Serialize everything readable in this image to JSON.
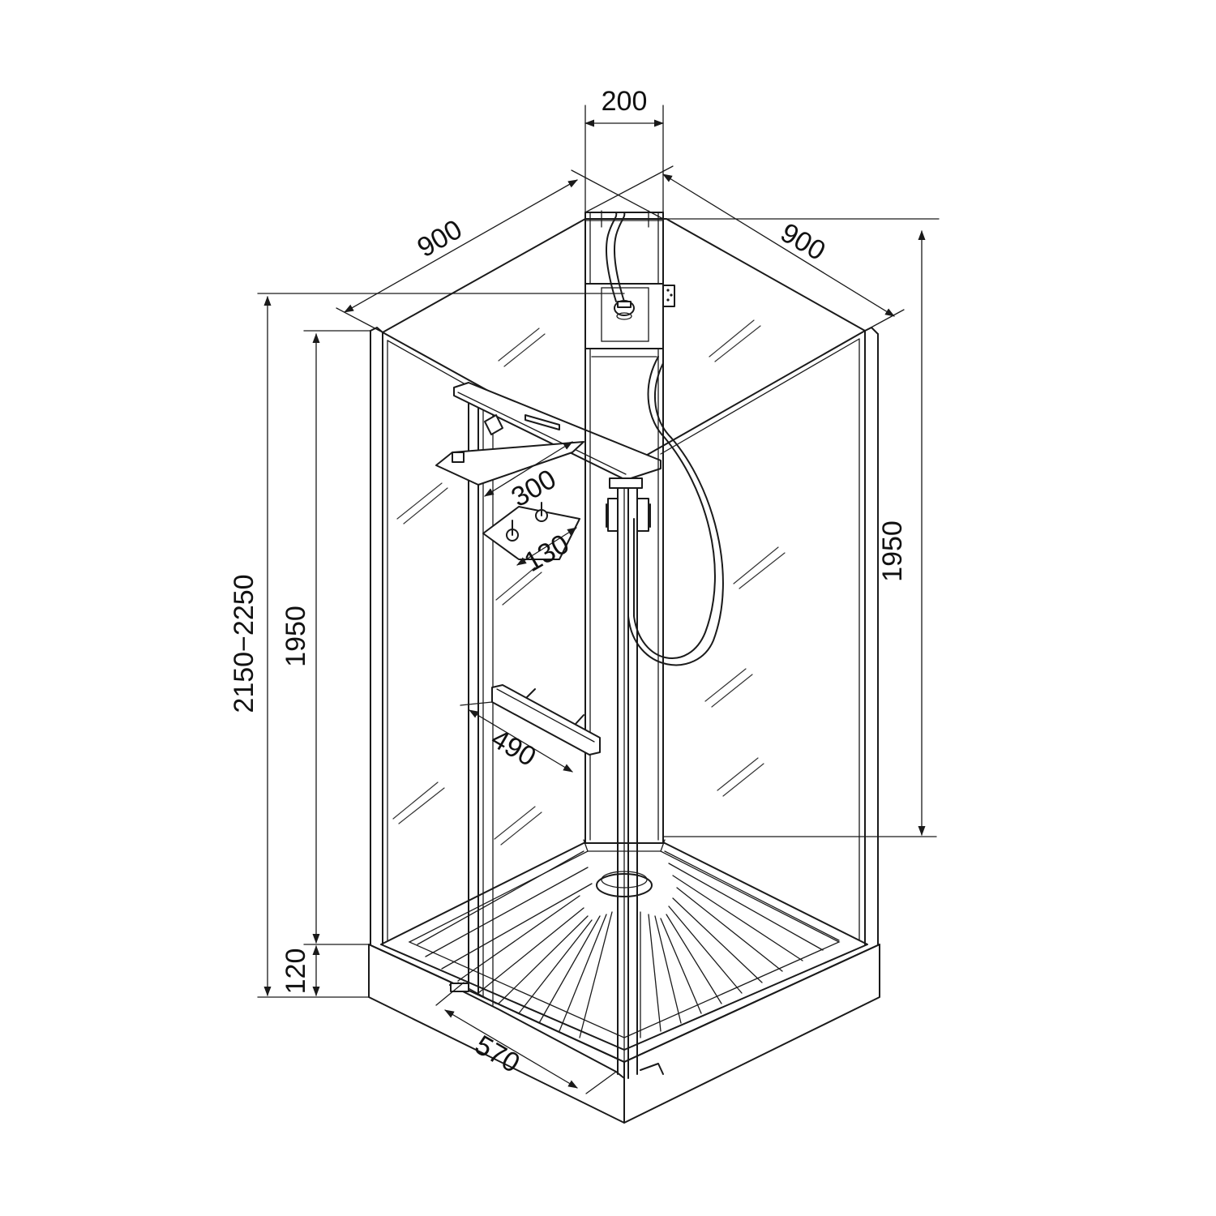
{
  "dimensions": {
    "column_width": "200",
    "left_side_width": "900",
    "right_side_width": "900",
    "total_height_range": "2150−2250",
    "left_panel_height": "1950",
    "right_panel_height": "1950",
    "tray_height": "120",
    "upper_shelf_depth": "300",
    "hook_rail_length": "130",
    "lower_shelf_length": "490",
    "door_width": "570"
  },
  "icons": {
    "shower_head": "shower-head-icon",
    "control_panel": "control-panel-icon",
    "hose": "shower-hose-icon",
    "drain": "drain-icon"
  }
}
